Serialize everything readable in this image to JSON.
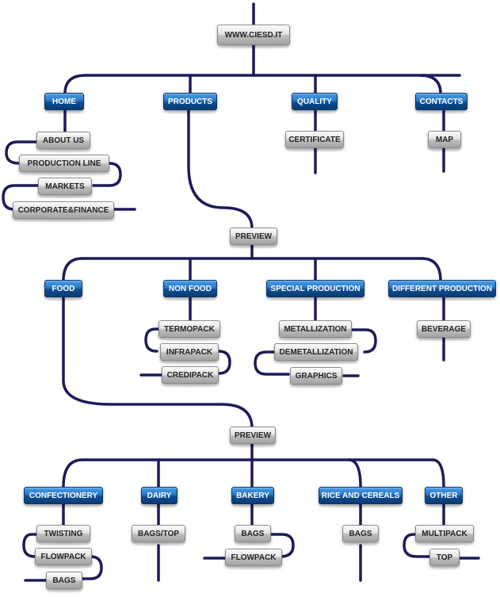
{
  "colors": {
    "line": "#1e1b5a",
    "blue_top": "#4a9de8",
    "blue_bottom": "#0a3a73",
    "gray_top": "#fbfbfb",
    "gray_bottom": "#a3a3a3"
  },
  "root": {
    "label": "WWW.CIESD.IT"
  },
  "level1": {
    "home": "HOME",
    "products": "PRODUCTS",
    "quality": "QUALITY",
    "contacts": "CONTACTS",
    "about_us": "ABOUT US",
    "production_line": "PRODUCTION LINE",
    "markets": "MARKETS",
    "corporate_finance": "CORPORATE&FINANCE",
    "certificate": "CERTIFICATE",
    "map": "MAP"
  },
  "level2": {
    "preview": "PREVIEW",
    "food": "FOOD",
    "non_food": "NON FOOD",
    "special_production": "SPECIAL PRODUCTION",
    "different_production": "DIFFERENT PRODUCTION",
    "termopack": "TERMOPACK",
    "infrapack": "INFRAPACK",
    "credipack": "CREDIPACK",
    "metallization": "METALLIZATION",
    "demetallization": "DEMETALLIZATION",
    "graphics": "GRAPHICS",
    "beverage": "BEVERAGE"
  },
  "level3": {
    "preview": "PREVIEW",
    "confectionery": "CONFECTIONERY",
    "dairy": "DAIRY",
    "bakery": "BAKERY",
    "rice_cereals": "RICE AND CEREALS",
    "other": "OTHER",
    "twisting": "TWISTING",
    "flowpack": "FLOWPACK",
    "bags": "BAGS",
    "bags_top": "BAGS/TOP",
    "bakery_bags": "BAGS",
    "bakery_flowpack": "FLOWPACK",
    "rice_bags": "BAGS",
    "multipack": "MULTIPACK",
    "top": "TOP"
  }
}
